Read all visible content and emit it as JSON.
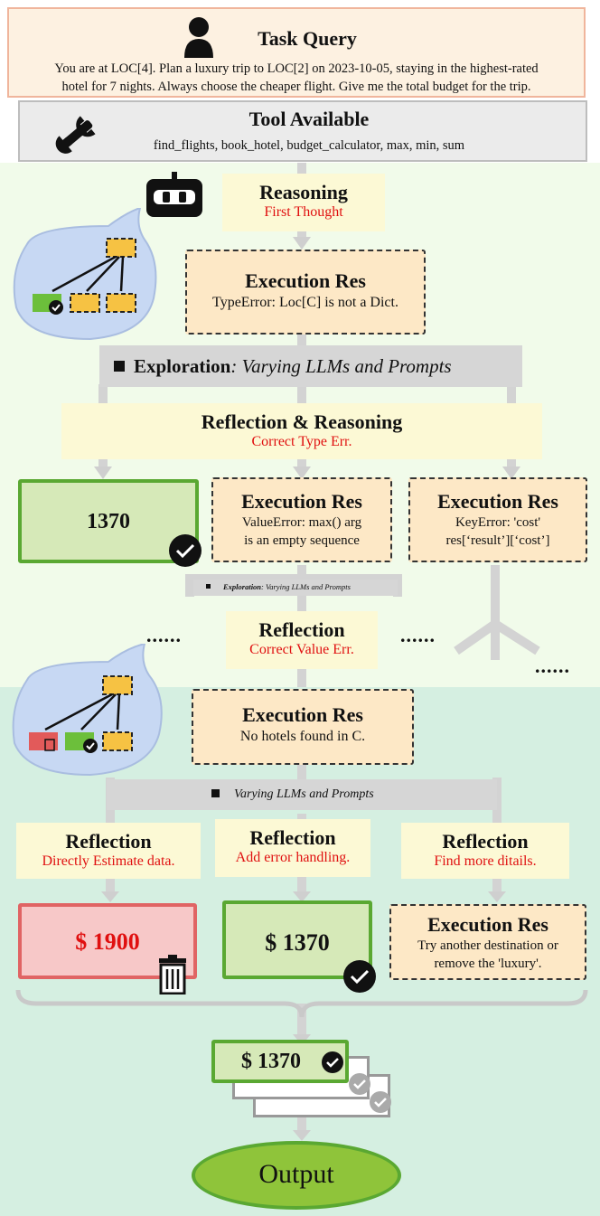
{
  "task_query": {
    "title": "Task Query",
    "text_line1": "You are at LOC[4]. Plan a luxury trip to LOC[2] on 2023-10-05, staying in the highest-rated",
    "text_line2": "hotel for 7 nights. Always choose the cheaper flight. Give me the total budget for the trip."
  },
  "tool_available": {
    "title": "Tool Available",
    "tools": "find_flights, book_hotel, budget_calculator, max, min, sum"
  },
  "reasoning": {
    "title": "Reasoning",
    "subtitle": "First Thought"
  },
  "execution_1": {
    "title": "Execution Res",
    "text": "TypeError: Loc[C] is not a Dict."
  },
  "exploration_1": {
    "bold": "Exploration",
    "italic": ": Varying LLMs and Prompts"
  },
  "reflection_reasoning": {
    "title": "Reflection & Reasoning",
    "subtitle": "Correct Type Err."
  },
  "result_1370_a": {
    "value": "1370"
  },
  "execution_2": {
    "title": "Execution Res",
    "line1": "ValueError: max() arg",
    "line2": "is an empty sequence"
  },
  "execution_3": {
    "title": "Execution Res",
    "line1": "KeyError: 'cost'",
    "line2": "res[‘result’][‘cost’]"
  },
  "exploration_2": {
    "bold": "Exploration",
    "italic": ": Varying LLMs and Prompts"
  },
  "ellipsis": [
    "......",
    "......",
    "......"
  ],
  "reflection_1": {
    "title": "Reflection",
    "subtitle": "Correct Value Err."
  },
  "execution_4": {
    "title": "Execution Res",
    "text": "No hotels found in C."
  },
  "varying": {
    "text": "Varying LLMs and Prompts"
  },
  "reflection_a": {
    "title": "Reflection",
    "subtitle": "Directly Estimate data."
  },
  "reflection_b": {
    "title": "Reflection",
    "subtitle": "Add error handling."
  },
  "reflection_c": {
    "title": "Reflection",
    "subtitle": "Find more ditails."
  },
  "result_1900": {
    "value": "$ 1900"
  },
  "result_1370_b": {
    "value": "$ 1370"
  },
  "execution_5": {
    "title": "Execution Res",
    "line1": "Try another destination or",
    "line2": "remove the 'luxury'."
  },
  "final_result": {
    "value": "$ 1370"
  },
  "output": {
    "label": "Output"
  },
  "colors": {
    "green": "#5aa832",
    "red": "#e01010",
    "yellow": "#fcf9d5",
    "orange": "#fde8c6"
  }
}
